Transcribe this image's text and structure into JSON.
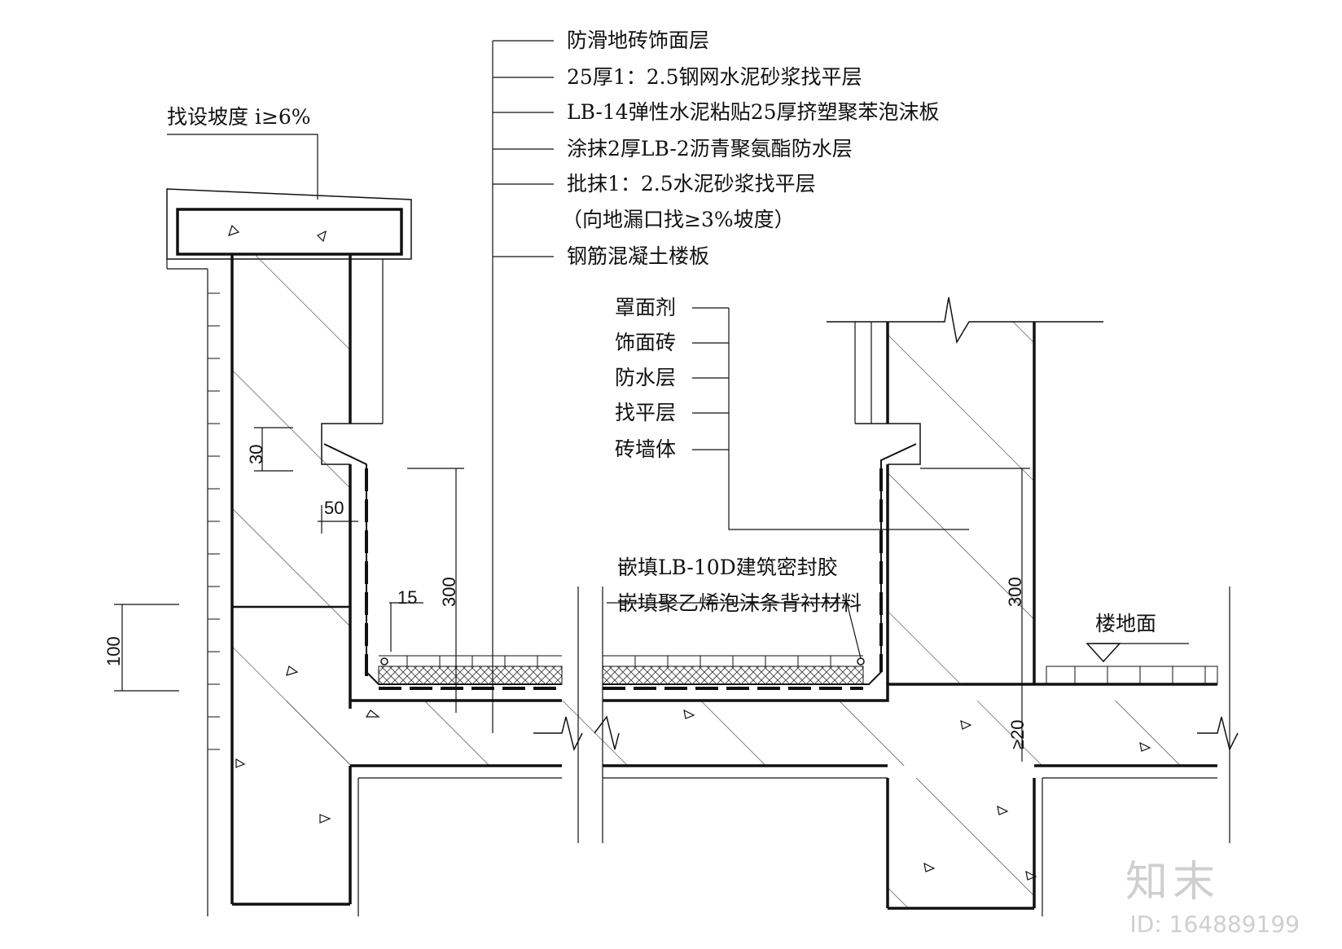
{
  "top_labels": [
    "防滑地砖饰面层",
    "25厚1：2.5钢网水泥砂浆找平层",
    "LB-14弹性水泥粘贴25厚挤塑聚苯泡沫板",
    "涂抹2厚LB-2沥青聚氨酯防水层",
    "批抹1：2.5水泥砂浆找平层",
    "（向地漏口找≥3%坡度）",
    "钢筋混凝土楼板"
  ],
  "slope_label": "找设坡度 i≥6%",
  "wall_labels": [
    "罩面剂",
    "饰面砖",
    "防水层",
    "找平层",
    "砖墙体"
  ],
  "sealant_labels": [
    "嵌填LB-10D建筑密封胶",
    "嵌填聚乙烯泡沫条背衬材料"
  ],
  "floor_label": "楼地面",
  "dimensions": {
    "d30": "30",
    "d50": "50",
    "d15": "15",
    "d300_left": "300",
    "d300_right": "300",
    "d100": "100",
    "d20": "≥20"
  },
  "watermark": {
    "logo": "知末",
    "id": "ID: 164889199"
  },
  "colors": {
    "line": "#111111",
    "hatch": "#333333",
    "watermark": "#cfcfcf"
  }
}
